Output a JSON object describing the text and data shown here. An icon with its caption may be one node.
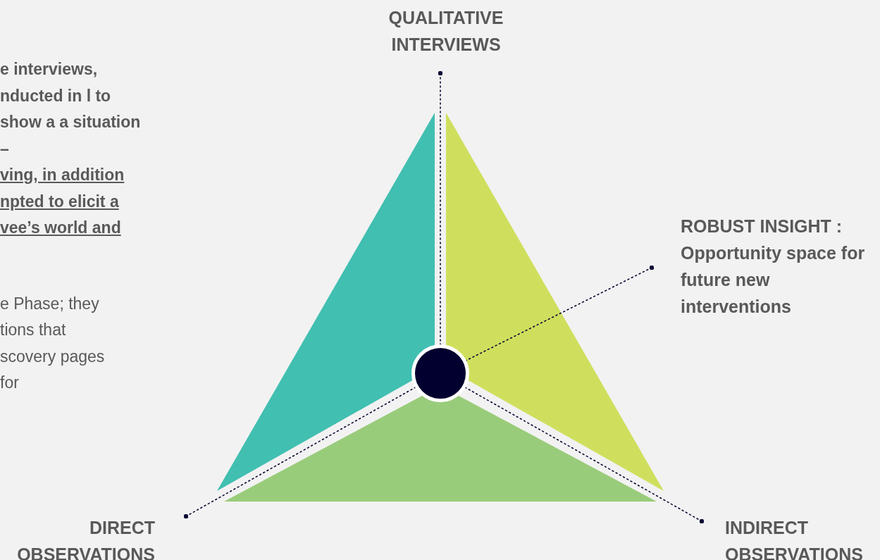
{
  "diagram": {
    "nodes": [
      {
        "text": [
          "QUALITATIVE INTERVIEWS"
        ]
      },
      {
        "text": [
          "ROBUST INSIGHT : Opportunity space for future new interventions"
        ]
      },
      {
        "text": [
          "DIRECT OBSERVATIONS"
        ]
      },
      {
        "text": [
          "INDIRECT OBSERVATIONS"
        ]
      },
      {
        "text": [],
        "shape": "circle"
      }
    ],
    "edges": [
      {
        "from": 0,
        "to": 4,
        "arrow": "other",
        "style": "dashed"
      },
      {
        "from": 1,
        "to": 4,
        "arrow": "other",
        "style": "dashed"
      },
      {
        "from": 2,
        "to": 4,
        "arrow": "other",
        "style": "dashed"
      },
      {
        "from": 3,
        "to": 4,
        "arrow": "other",
        "style": "dashed"
      }
    ],
    "labels": [
      "e interviews, nducted in l to show a a situation –",
      "ving, in addition npted to elicit a vee’s world and",
      "e Phase; they tions that scovery pages for"
    ]
  }
}
